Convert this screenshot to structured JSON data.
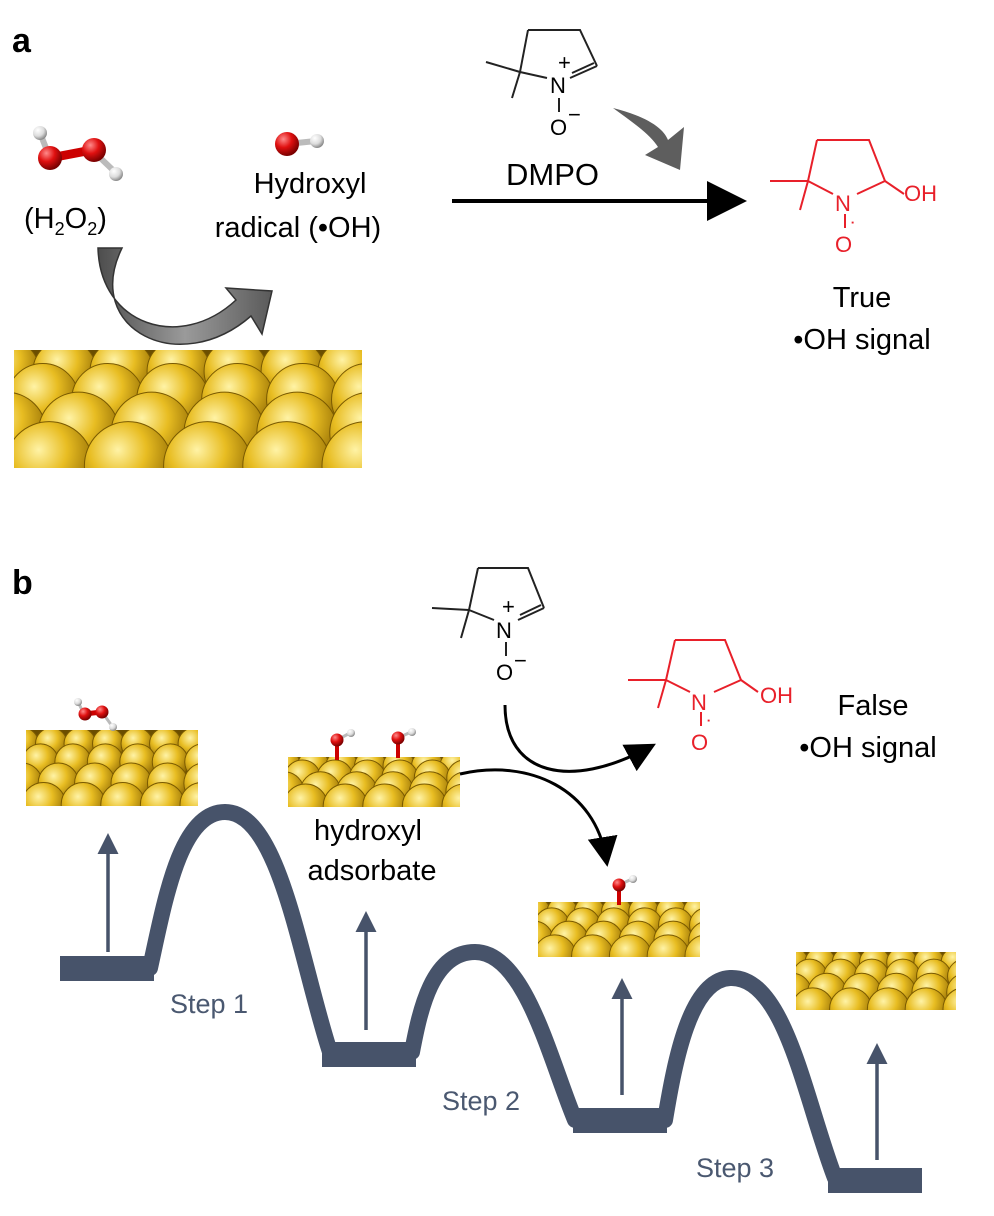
{
  "panel_a": {
    "letter": "a",
    "reactant_formula": {
      "open": "(H",
      "sub1": "2",
      "mid": "O",
      "sub2": "2",
      "close": ")"
    },
    "hydroxyl_line1": "Hydroxyl",
    "hydroxyl_line2": "radical (•OH)",
    "reagent_label": "DMPO",
    "dmpo_atoms": {
      "n": "N",
      "o": "O",
      "plus": "+",
      "minus": "−"
    },
    "product_atoms": {
      "n": "N",
      "o": "O",
      "oh": "OH",
      "dot": "˙"
    },
    "result_line1": "True",
    "result_line2": "•OH signal"
  },
  "panel_b": {
    "letter": "b",
    "adsorbate_line1": "hydroxyl",
    "adsorbate_line2": "adsorbate",
    "dmpo_atoms": {
      "n": "N",
      "o": "O",
      "plus": "+",
      "minus": "−"
    },
    "product_atoms": {
      "n": "N",
      "o": "O",
      "oh": "OH",
      "dot": "˙"
    },
    "result_line1": "False",
    "result_line2": "•OH signal",
    "steps": [
      "Step 1",
      "Step 2",
      "Step 3"
    ]
  },
  "colors": {
    "gold": "#e3b51c",
    "oxygen": "#d40000",
    "product_red": "#e8202a",
    "energy_path": "#47536a",
    "arrow_grey": "#707070"
  }
}
